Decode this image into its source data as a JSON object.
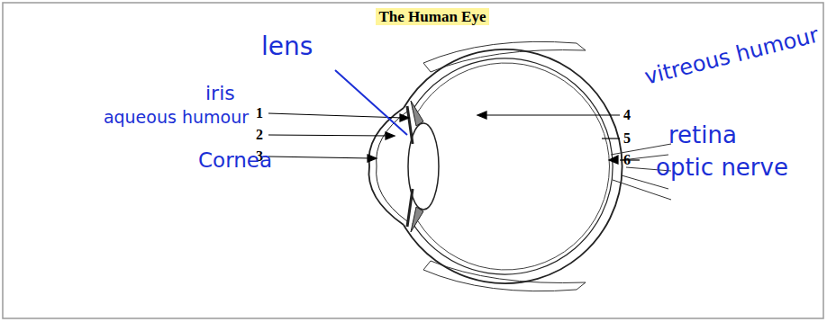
{
  "diagram": {
    "title": "The Human Eye",
    "labels": [
      "1",
      "2",
      "3",
      "4",
      "5",
      "6",
      "lens",
      "iris",
      "aqueous humour",
      "Cornea",
      "vitreous humour",
      "retina",
      "optic nerve"
    ]
  }
}
